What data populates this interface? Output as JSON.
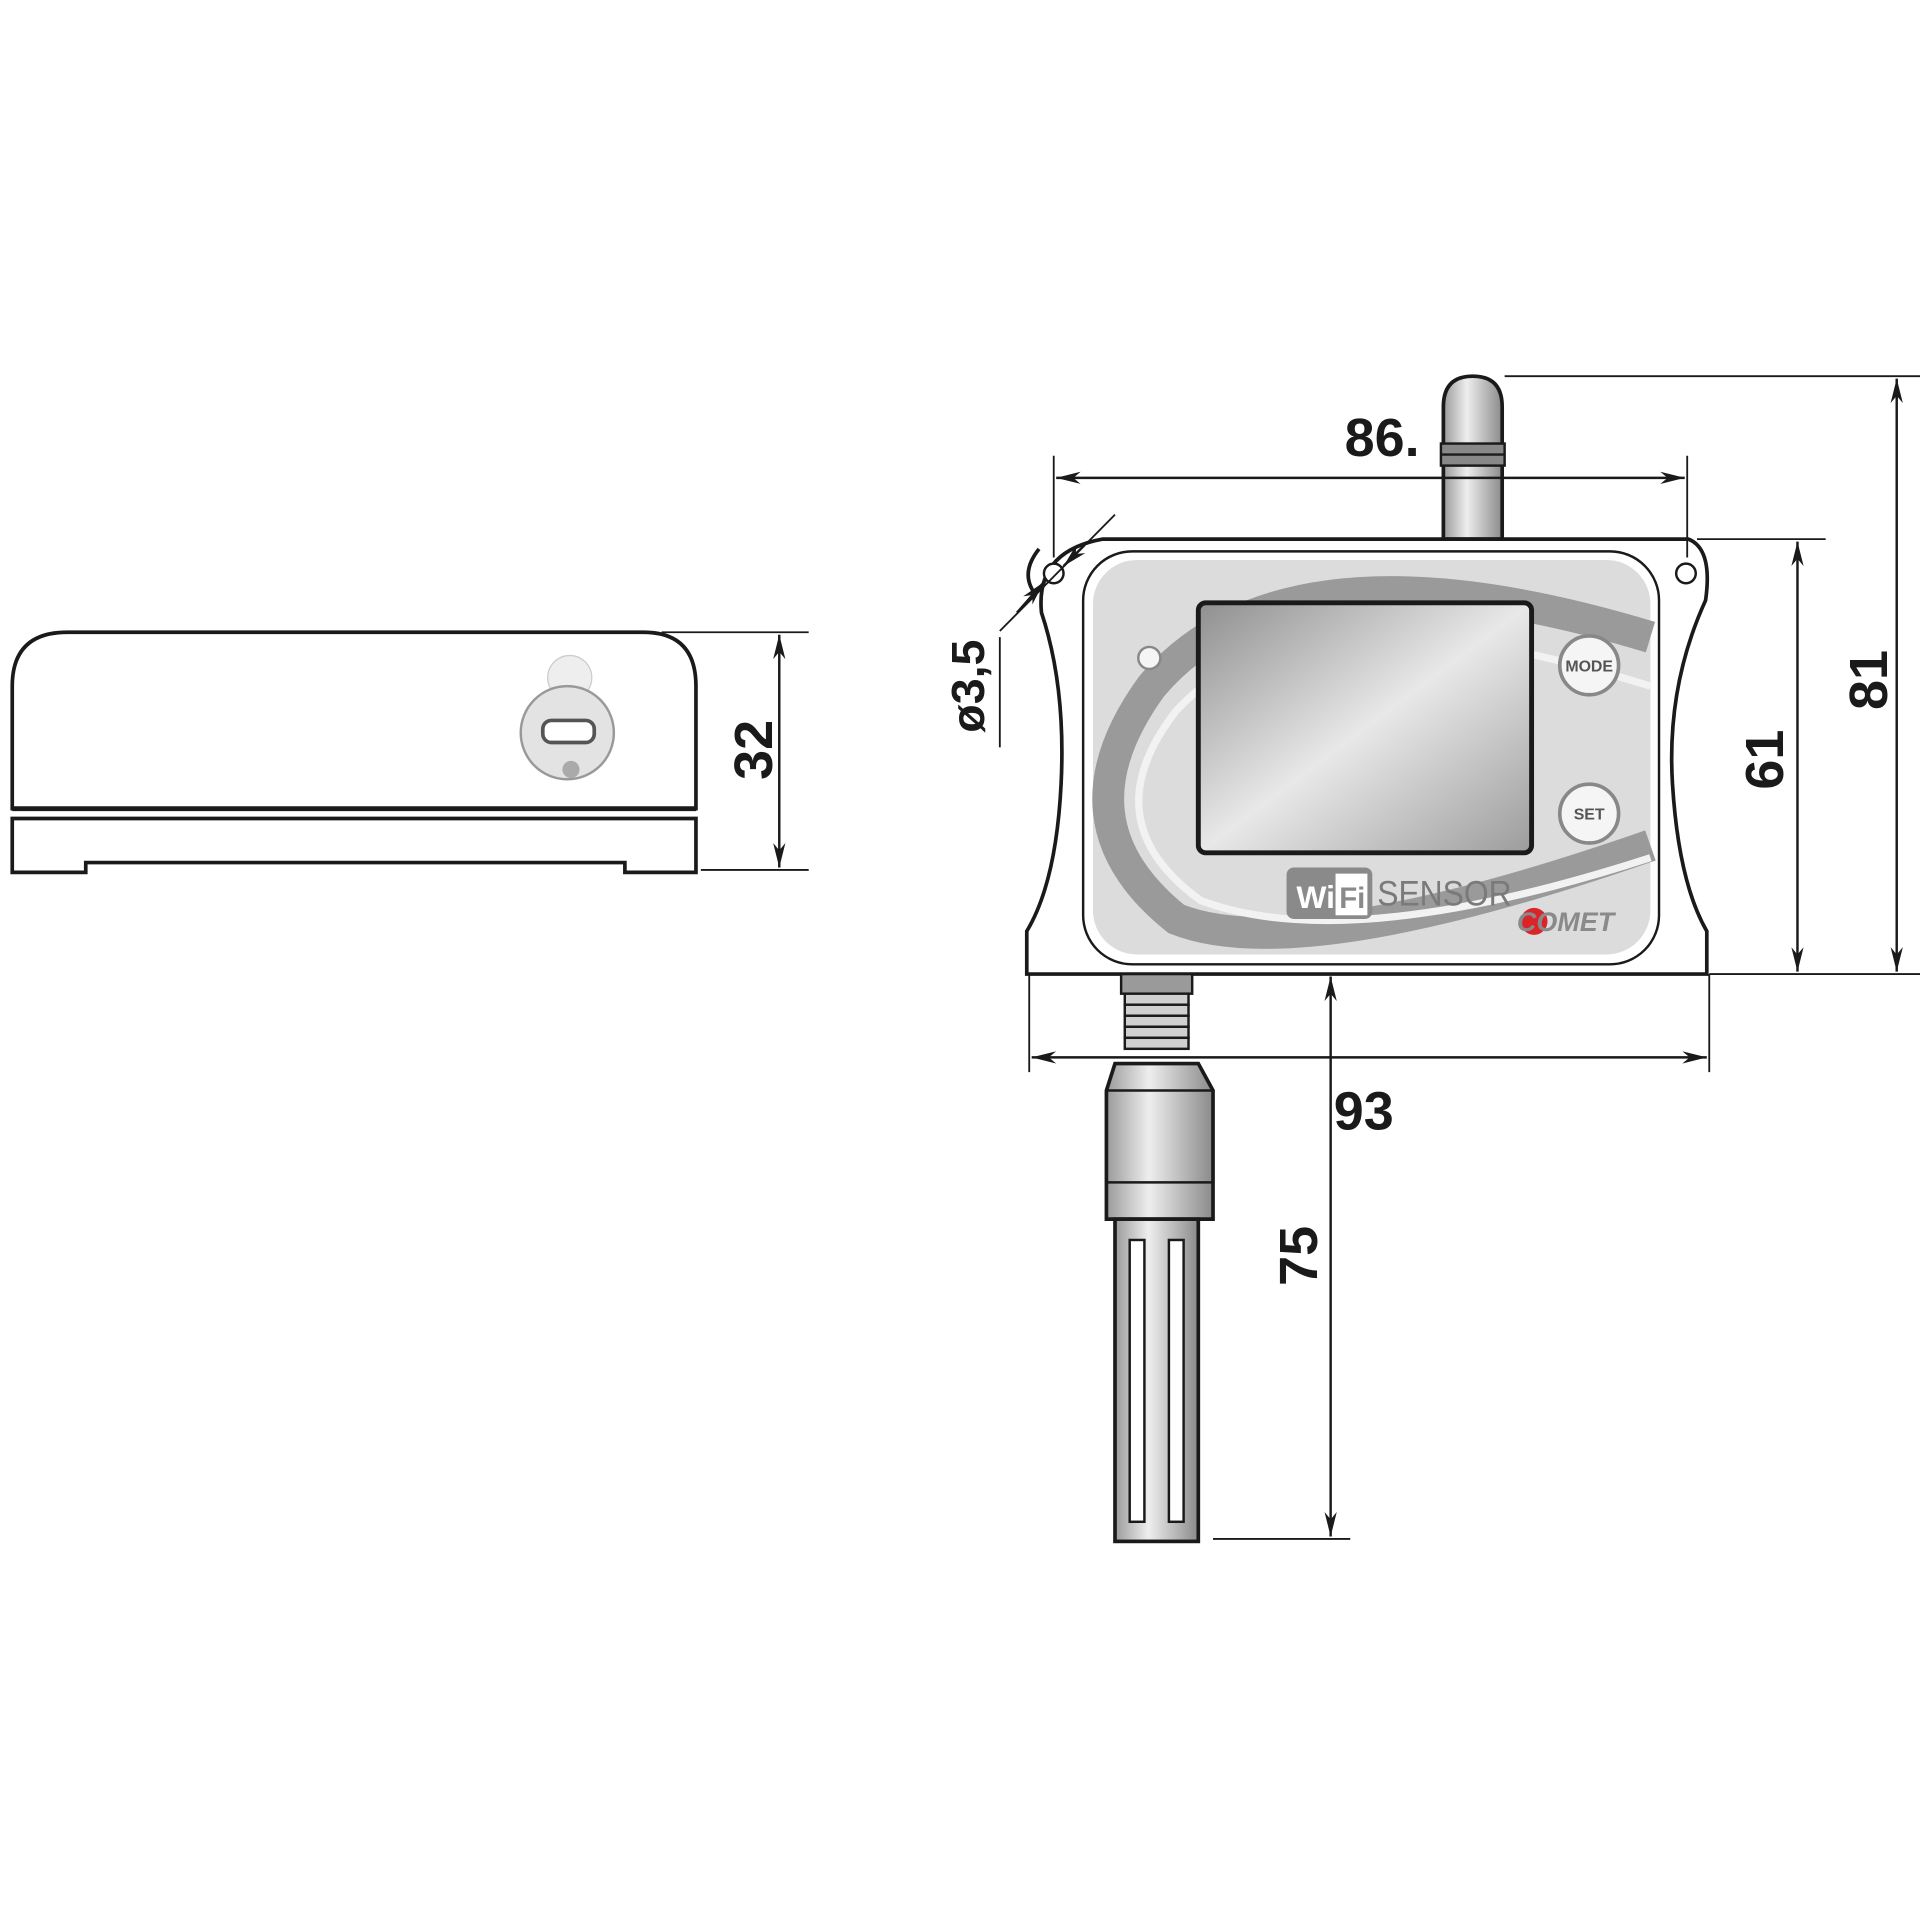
{
  "dimensions": {
    "side_height": "32",
    "width_top": "86.",
    "total_height": "81",
    "body_height": "61",
    "total_width": "93",
    "probe_length": "75",
    "hole_diameter": "ø3,5"
  },
  "device": {
    "mode_button": "MODE",
    "set_button": "SET",
    "wifi_logo_wi": "Wi",
    "wifi_logo_fi": "Fi",
    "sensor_label": "SENSOR",
    "brand_logo": "COMET"
  },
  "colors": {
    "line": "#1a1a1a",
    "face": "#dcdcdc",
    "swoosh": "#9a9a9a",
    "brand_red": "#d9252a"
  }
}
